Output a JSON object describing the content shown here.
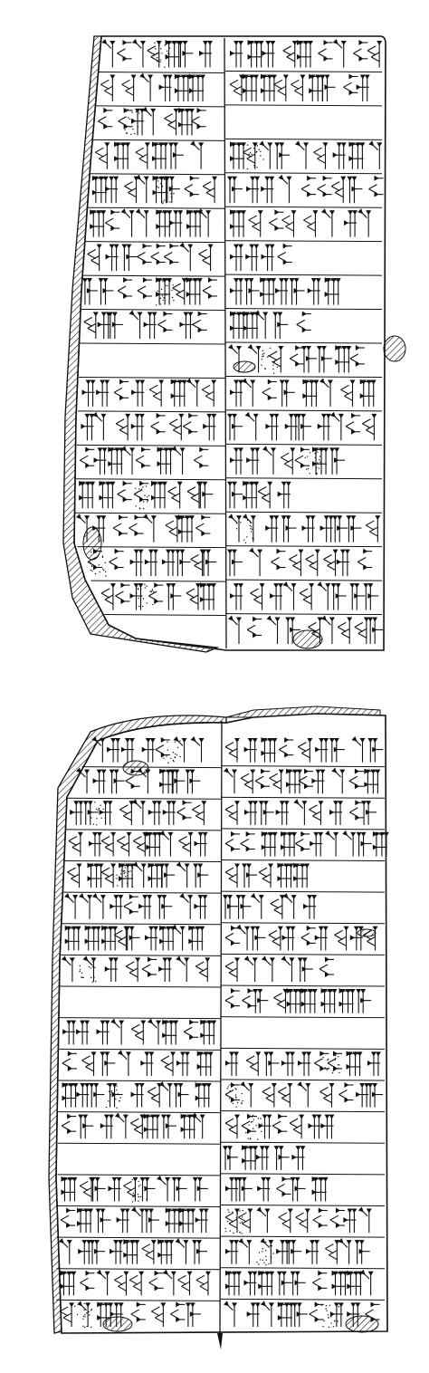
{
  "drawing": {
    "subject": "cuneiform-tablet-line-drawing",
    "views": [
      {
        "id": "obverse",
        "rows_per_column": 18
      },
      {
        "id": "reverse",
        "rows_per_column": 19
      }
    ],
    "colors": {
      "ink": "#111111",
      "paper": "#ffffff",
      "shade": "#222222"
    }
  }
}
